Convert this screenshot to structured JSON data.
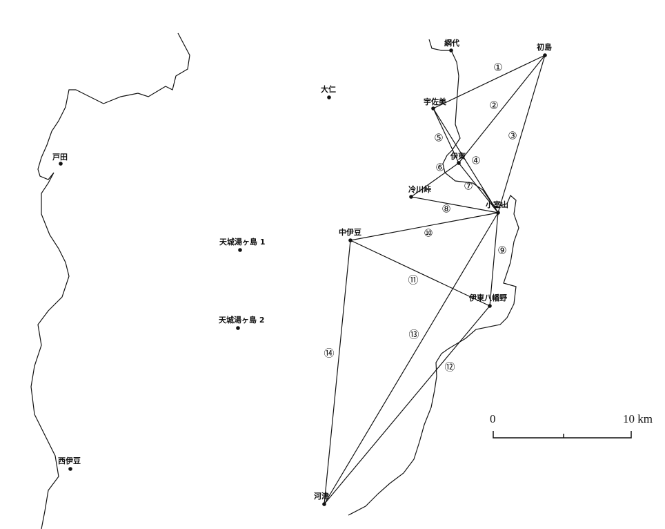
{
  "map": {
    "places": [
      {
        "id": "ajiro",
        "name": "網代"
      },
      {
        "id": "hatsushima",
        "name": "初島"
      },
      {
        "id": "usami",
        "name": "宇佐美"
      },
      {
        "id": "ito",
        "name": "伊東"
      },
      {
        "id": "hiekawa",
        "name": "冷川峠"
      },
      {
        "id": "komuroyama",
        "name": "小室山"
      },
      {
        "id": "nakaizu",
        "name": "中伊豆"
      },
      {
        "id": "itoyawatano",
        "name": "伊東八幡野"
      },
      {
        "id": "kawazu",
        "name": "河津"
      },
      {
        "id": "ohito",
        "name": "大仁"
      },
      {
        "id": "heda",
        "name": "戸田"
      },
      {
        "id": "nishiizu",
        "name": "西伊豆"
      },
      {
        "id": "amagi1",
        "name": "天城湯ヶ島 1"
      },
      {
        "id": "amagi2",
        "name": "天城湯ヶ島 2"
      }
    ],
    "routes": [
      {
        "label": "①",
        "from": "usami",
        "to": "hatsushima"
      },
      {
        "label": "②",
        "from": "ito",
        "to": "hatsushima"
      },
      {
        "label": "③",
        "from": "komuroyama",
        "to": "hatsushima"
      },
      {
        "label": "④",
        "from": "usami",
        "to": "komuroyama"
      },
      {
        "label": "⑤",
        "from": "usami",
        "to": "ito"
      },
      {
        "label": "⑥",
        "from": "ito",
        "to": "hiekawa"
      },
      {
        "label": "⑦",
        "from": "ito",
        "to": "komuroyama"
      },
      {
        "label": "⑧",
        "from": "hiekawa",
        "to": "komuroyama"
      },
      {
        "label": "⑨",
        "from": "komuroyama",
        "to": "itoyawatano"
      },
      {
        "label": "⑩",
        "from": "nakaizu",
        "to": "komuroyama"
      },
      {
        "label": "⑪",
        "from": "nakaizu",
        "to": "itoyawatano"
      },
      {
        "label": "⑫",
        "from": "kawazu",
        "to": "itoyawatano"
      },
      {
        "label": "⑬",
        "from": "kawazu",
        "to": "komuroyama"
      },
      {
        "label": "⑭",
        "from": "kawazu",
        "to": "nakaizu"
      }
    ],
    "scale": {
      "start_label": "0",
      "end_label": "10 km"
    }
  }
}
